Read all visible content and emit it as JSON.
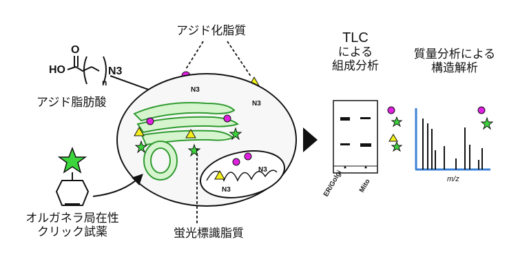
{
  "labels": {
    "azide_lipid": "アジド化脂質",
    "azide_fatty_acid": "アジド脂肪酸",
    "click_reagent_line1": "オルガネラ局在性",
    "click_reagent_line2": "クリック試薬",
    "fluorescent_lipid": "蛍光標識脂質",
    "tlc_line1": "TLC",
    "tlc_line2": "による",
    "tlc_line3": "組成分析",
    "ms_line1": "質量分析による",
    "ms_line2": "構造解析",
    "lane_er": "ER/Golgi",
    "lane_mito": "Mito",
    "mz": "m/z"
  },
  "chem": {
    "o": "O",
    "ho": "HO",
    "n3": "N3",
    "n": "n"
  },
  "tags": {
    "n3_1": "N3",
    "n3_2": "N3",
    "n3_3": "N3",
    "n3_4": "N3"
  },
  "colors": {
    "magenta": "#e020e0",
    "yellow": "#f3ef1b",
    "green": "#3cd63c",
    "blue": "#3b82d6",
    "organelle_fill": "#d6f5cf",
    "organelle_stroke": "#2e9a2e"
  },
  "icons": [
    "lipid-head-magenta-icon",
    "lipid-head-yellow-icon",
    "fluorophore-star-icon",
    "arrow-right-icon",
    "play-triangle-icon"
  ]
}
